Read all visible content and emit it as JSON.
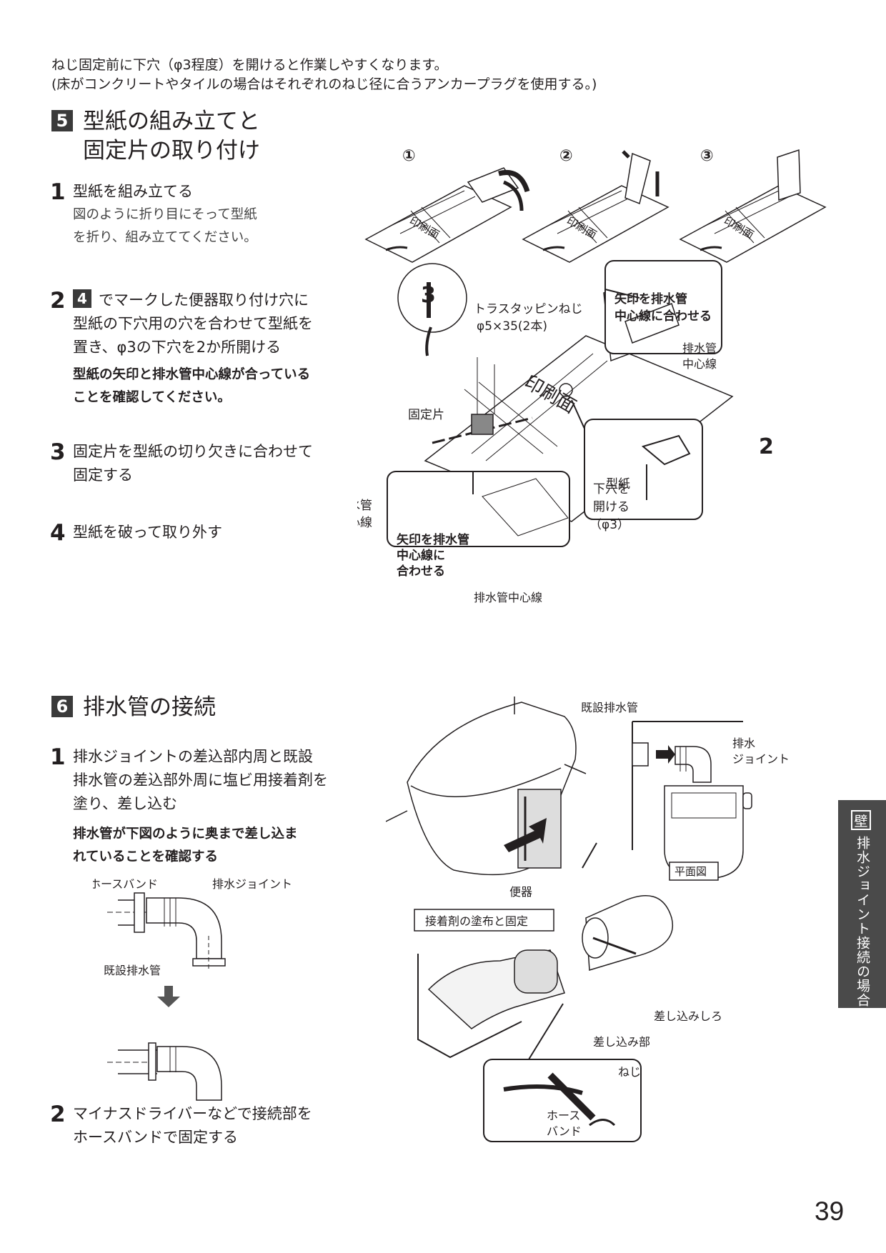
{
  "intro": {
    "line1": "ねじ固定前に下穴（φ3程度）を開けると作業しやすくなります。",
    "line2": "(床がコンクリートやタイルの場合はそれぞれのねじ径に合うアンカープラグを使用する。)"
  },
  "section5": {
    "number": "5",
    "title_line1": "型紙の組み立てと",
    "title_line2": "固定片の取り付け",
    "steps": [
      {
        "num": "1",
        "text": "型紙を組み立てる",
        "sub1": "図のように折り目にそって型紙",
        "sub2": "を折り、組み立ててください。"
      },
      {
        "num": "2",
        "ref": "4",
        "line1": "でマークした便器取り付け穴に",
        "line2": "型紙の下穴用の穴を合わせて型紙を",
        "line3": "置き、φ3の下穴を2か所開ける",
        "note1": "型紙の矢印と排水管中心線が合っている",
        "note2": "ことを確認してください。"
      },
      {
        "num": "3",
        "line1": "固定片を型紙の切り欠きに合わせて",
        "line2": "固定する"
      },
      {
        "num": "4",
        "text": "型紙を破って取り外す"
      }
    ],
    "figure": {
      "step_marks": [
        "①",
        "②",
        "③"
      ],
      "printed_face": "印刷面",
      "callout3_num": "3",
      "screw_line1": "トラスタッピンねじ",
      "screw_line2": "φ5×35(2本)",
      "box_top_line1": "矢印を排水管",
      "box_top_line2": "中心線に合わせる",
      "box_top_label1": "排水管",
      "box_top_label2": "中心線",
      "fixing_piece": "固定片",
      "template": "型紙",
      "drain_center1": "排水管",
      "drain_center2": "中心線",
      "callout2_num": "2",
      "drill_line1": "下穴を",
      "drill_line2": "開ける",
      "drill_line3": "（φ3）",
      "box_bottom_line1": "矢印を排水管",
      "box_bottom_line2": "中心線に",
      "box_bottom_line3": "合わせる",
      "box_bottom_label": "排水管中心線"
    }
  },
  "section6": {
    "number": "6",
    "title": "排水管の接続",
    "steps": [
      {
        "num": "1",
        "line1": "排水ジョイントの差込部内周と既設",
        "line2": "排水管の差込部外周に塩ビ用接着剤を",
        "line3": "塗り、差し込む",
        "note1": "排水管が下図のように奥まで差し込ま",
        "note2": "れていることを確認する"
      },
      {
        "num": "2",
        "line1": "マイナスドライバーなどで接続部を",
        "line2": "ホースバンドで固定する"
      }
    ],
    "figure": {
      "hose_band": "ホースバンド",
      "drain_joint": "排水ジョイント",
      "existing_pipe": "既設排水管",
      "existing_pipe_top": "既設排水管",
      "joint_label1": "排水",
      "joint_label2": "ジョイント",
      "toilet": "便器",
      "plan_view": "平面図",
      "adhesive_box": "接着剤の塗布と固定",
      "insert_margin": "差し込みしろ",
      "insert_part": "差し込み部",
      "screw": "ねじ",
      "hose_band1": "ホース",
      "hose_band2": "バンド"
    }
  },
  "side_tab": {
    "box": "壁",
    "text": "排水ジョイント接続の場合"
  },
  "page_number": "39"
}
